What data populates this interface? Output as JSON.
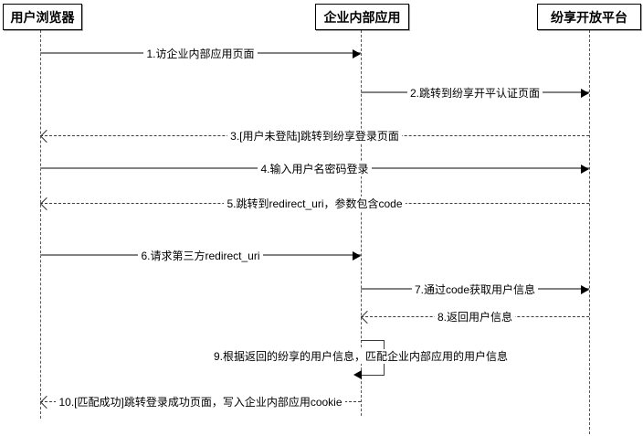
{
  "diagram": {
    "type": "sequence",
    "actors": [
      {
        "label": "用户浏览器"
      },
      {
        "label": "企业内部应用"
      },
      {
        "label": "纷享开放平台"
      }
    ],
    "messages": [
      {
        "n": 1,
        "label": "1.访企业内部应用页面",
        "from": "用户浏览器",
        "to": "企业内部应用",
        "line": "solid",
        "arrowhead": "filled"
      },
      {
        "n": 2,
        "label": "2.跳转到纷享开平认证页面",
        "from": "企业内部应用",
        "to": "纷享开放平台",
        "line": "solid",
        "arrowhead": "filled"
      },
      {
        "n": 3,
        "label": "3.[用户未登陆]跳转到纷享登录页面",
        "from": "纷享开放平台",
        "to": "用户浏览器",
        "line": "dashed",
        "arrowhead": "open"
      },
      {
        "n": 4,
        "label": "4.输入用户名密码登录",
        "from": "用户浏览器",
        "to": "纷享开放平台",
        "line": "solid",
        "arrowhead": "filled"
      },
      {
        "n": 5,
        "label": "5.跳转到redirect_uri，参数包含code",
        "from": "纷享开放平台",
        "to": "用户浏览器",
        "line": "dashed",
        "arrowhead": "open"
      },
      {
        "n": 6,
        "label": "6.请求第三方redirect_uri",
        "from": "用户浏览器",
        "to": "企业内部应用",
        "line": "solid",
        "arrowhead": "filled"
      },
      {
        "n": 7,
        "label": "7.通过code获取用户信息",
        "from": "企业内部应用",
        "to": "纷享开放平台",
        "line": "solid",
        "arrowhead": "filled"
      },
      {
        "n": 8,
        "label": "8.返回用户信息",
        "from": "纷享开放平台",
        "to": "企业内部应用",
        "line": "dashed",
        "arrowhead": "open"
      },
      {
        "n": 9,
        "label": "9.根据返回的纷享的用户信息，匹配企业内部应用的用户信息",
        "from": "企业内部应用",
        "to": "企业内部应用",
        "line": "solid",
        "arrowhead": "filled",
        "self": true
      },
      {
        "n": 10,
        "label": "10.[匹配成功]跳转登录成功页面，写入企业内部应用cookie",
        "from": "企业内部应用",
        "to": "用户浏览器",
        "line": "dashed",
        "arrowhead": "open"
      }
    ],
    "icons": {
      "filled_arrowhead": "solid-black-triangle",
      "open_arrowhead": "thin-open-chevron"
    },
    "colors": {
      "background": "#ffffff",
      "actor_border": "#000000",
      "solid_line": "#828282",
      "dashed_line": "#3c3c3c",
      "lifeline": "#555555",
      "arrowhead": "#000000",
      "text": "#000000"
    }
  }
}
